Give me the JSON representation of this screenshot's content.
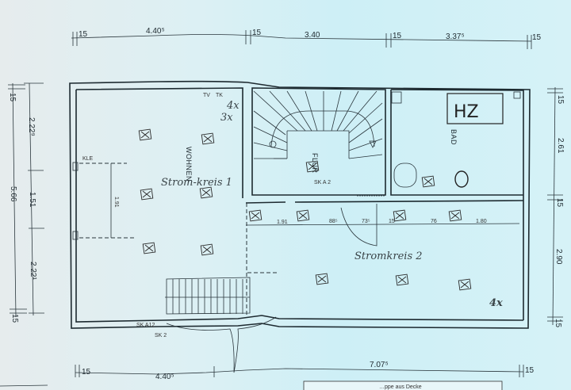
{
  "plan": {
    "rooms": {
      "living": "WOHNEN",
      "hall": "FLUR",
      "bath": "BAD",
      "heating": "HZ"
    },
    "handwritten": {
      "circuit1": "Strom-kreis 1",
      "circuit2": "Stromkreis 2",
      "kle": "KLE",
      "count_4x_left": "4x",
      "count_3x": "3x",
      "count_4x_right": "4x",
      "sk_a12": "SK A12",
      "sk2": "SK 2",
      "hall_note": "SK A 2",
      "tv": "TV",
      "tk": "TK"
    },
    "dimensions": {
      "top": [
        "15",
        "4.40⁵",
        "15",
        "3.40",
        "15",
        "3.37⁵",
        "15"
      ],
      "bottom": [
        "15",
        "4.40⁵",
        "7.07⁵",
        "15"
      ],
      "left_outer": [
        "15",
        "5.66",
        "15"
      ],
      "left_inner": [
        "2.22⁹",
        "1.51",
        "2.22¹"
      ],
      "right": [
        "15",
        "2.61",
        "15",
        "2.90",
        "15"
      ],
      "interior_window": "1.91",
      "corridor": [
        "1.91",
        "88⁵",
        "73⁵",
        "15",
        "76",
        "1.80"
      ]
    },
    "footer_note": "…ppe aus Decke"
  }
}
